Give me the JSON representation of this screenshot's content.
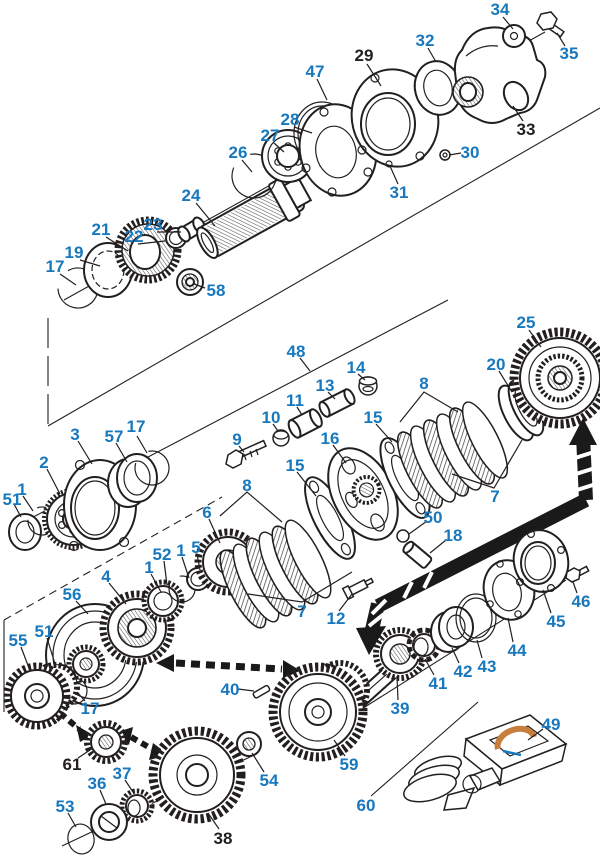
{
  "callouts": {
    "1": "1",
    "2": "2",
    "3": "3",
    "4": "4",
    "5": "5",
    "6": "6",
    "7": "7",
    "8": "8",
    "9": "9",
    "10": "10",
    "11": "11",
    "12": "12",
    "13": "13",
    "14": "14",
    "15": "15",
    "16": "16",
    "17": "17",
    "18": "18",
    "19": "19",
    "20": "20",
    "21": "21",
    "22": "22",
    "23": "23",
    "24": "24",
    "25": "25",
    "26": "26",
    "27": "27",
    "28": "28",
    "29": "29",
    "30": "30",
    "31": "31",
    "32": "32",
    "33": "33",
    "34": "34",
    "35": "35",
    "36": "36",
    "37": "37",
    "38": "38",
    "39": "39",
    "40": "40",
    "41": "41",
    "42": "42",
    "43": "43",
    "44": "44",
    "45": "45",
    "46": "46",
    "47": "47",
    "48": "48",
    "49": "49",
    "50": "50",
    "51": "51",
    "52": "52",
    "53": "53",
    "54": "54",
    "55": "55",
    "56": "56",
    "57": "57",
    "58": "58",
    "59": "59",
    "60": "60",
    "61": "61"
  },
  "colors": {
    "callout_blue": "#1878be",
    "callout_black": "#231f20",
    "line_black": "#231f20",
    "seal_orange": "#c87f3e",
    "background": "#ffffff"
  }
}
